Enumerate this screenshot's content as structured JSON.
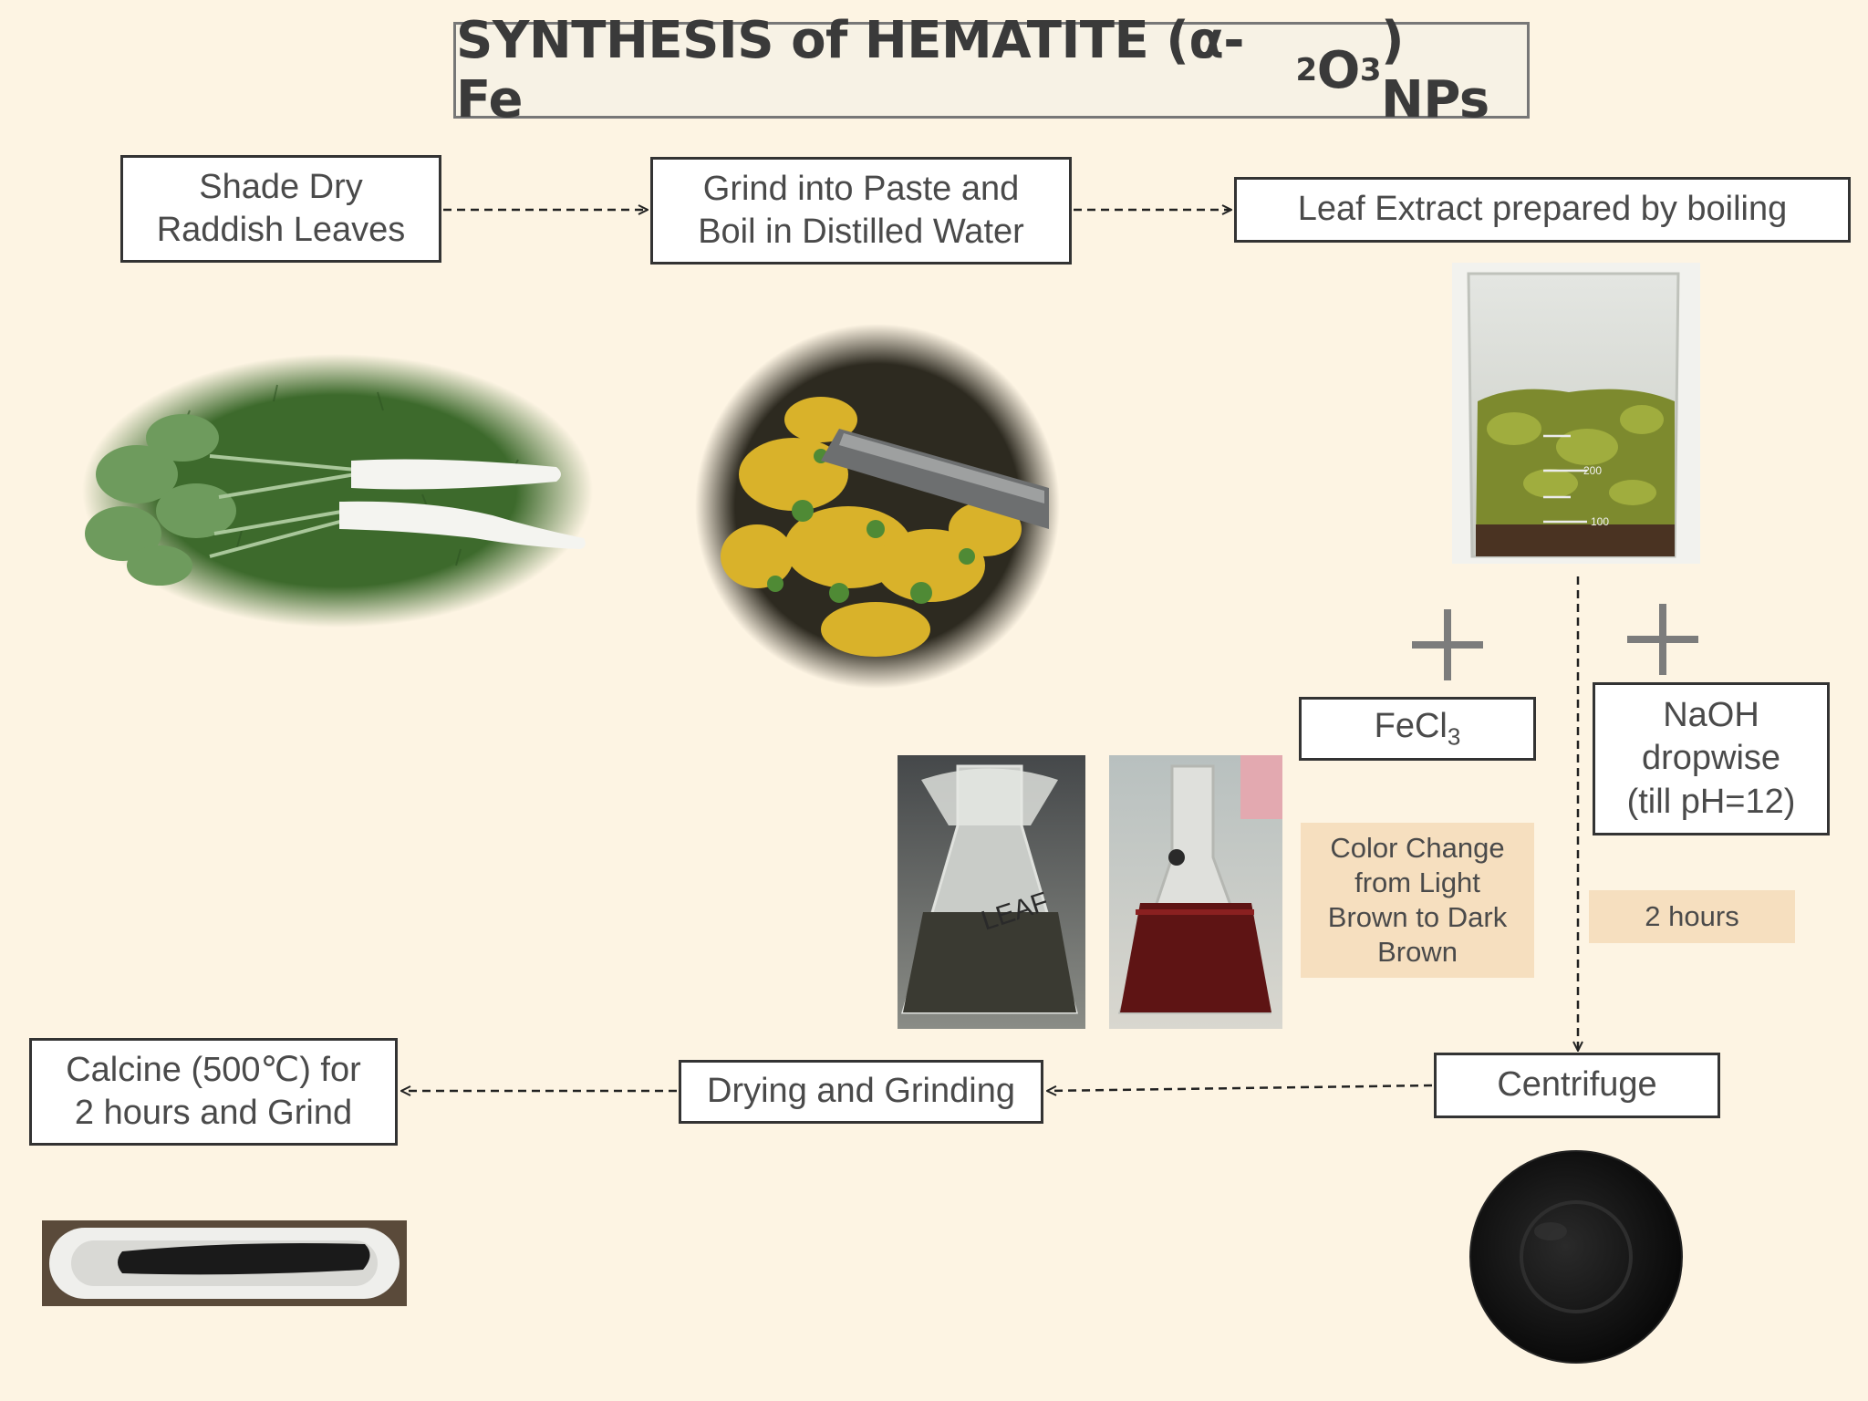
{
  "title": {
    "main": "SYNTHESIS of HEMATITE (α-Fe",
    "sub1": "2",
    "mid": "O",
    "sub2": "3",
    "end": ") NPs"
  },
  "steps": {
    "shade_dry": [
      "Shade Dry",
      "Raddish Leaves"
    ],
    "grind": [
      "Grind into Paste and",
      "Boil in Distilled Water"
    ],
    "extract": "Leaf  Extract prepared by boiling",
    "fecl3": {
      "base": "FeCl",
      "sub": "3"
    },
    "naoh": [
      "NaOH",
      "dropwise",
      "(till pH=12)"
    ],
    "centrifuge": "Centrifuge",
    "drying": "Drying and Grinding",
    "calcine": [
      "Calcine (500℃) for",
      "2 hours  and Grind"
    ]
  },
  "notes": {
    "color_change": [
      "Color Change",
      "from Light",
      "Brown to Dark",
      "Brown"
    ],
    "duration": "2 hours"
  },
  "photo_text": {
    "beaker_marks": [
      "200",
      "100"
    ],
    "flask_label": "LEAF"
  }
}
